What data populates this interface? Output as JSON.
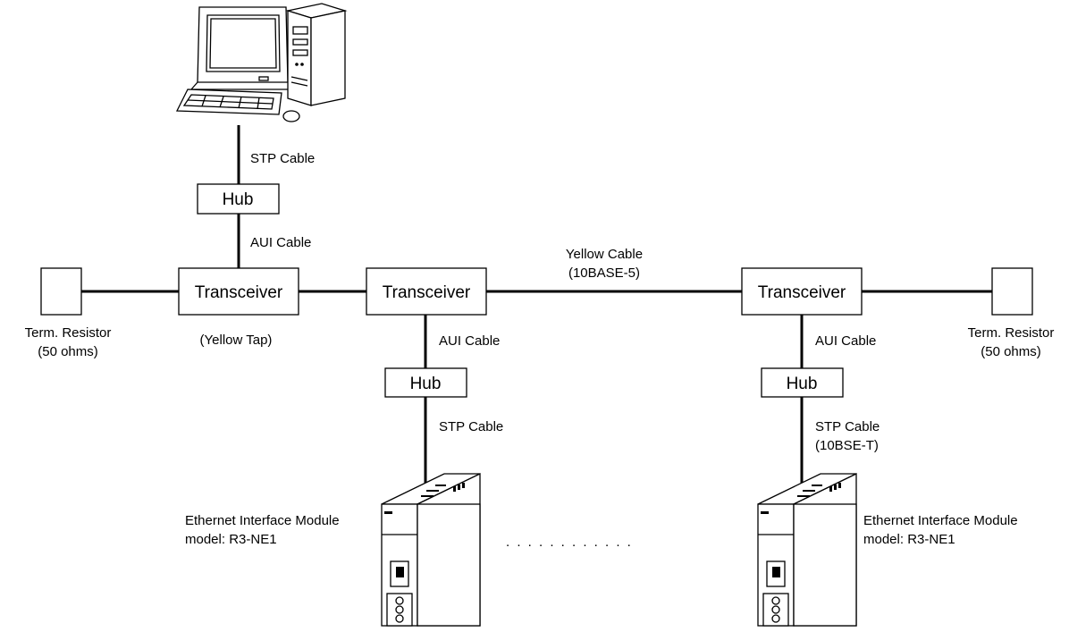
{
  "labels": {
    "pc_cable": "STP Cable",
    "hub": "Hub",
    "aui_cable": "AUI Cable",
    "transceiver": "Transceiver",
    "yellow_cable_line1": "Yellow Cable",
    "yellow_cable_line2": "(10BASE-5)",
    "yellow_tap": "(Yellow Tap)",
    "term_resistor_line1": "Term. Resistor",
    "term_resistor_line2": "(50 ohms)",
    "stp_cable": "STP Cable",
    "stp_cable_type": "(10BSE-T)",
    "module_line1": "Ethernet Interface Module",
    "module_line2": "model: R3-NE1",
    "ellipsis": ". . . . . . . . . . . ."
  }
}
